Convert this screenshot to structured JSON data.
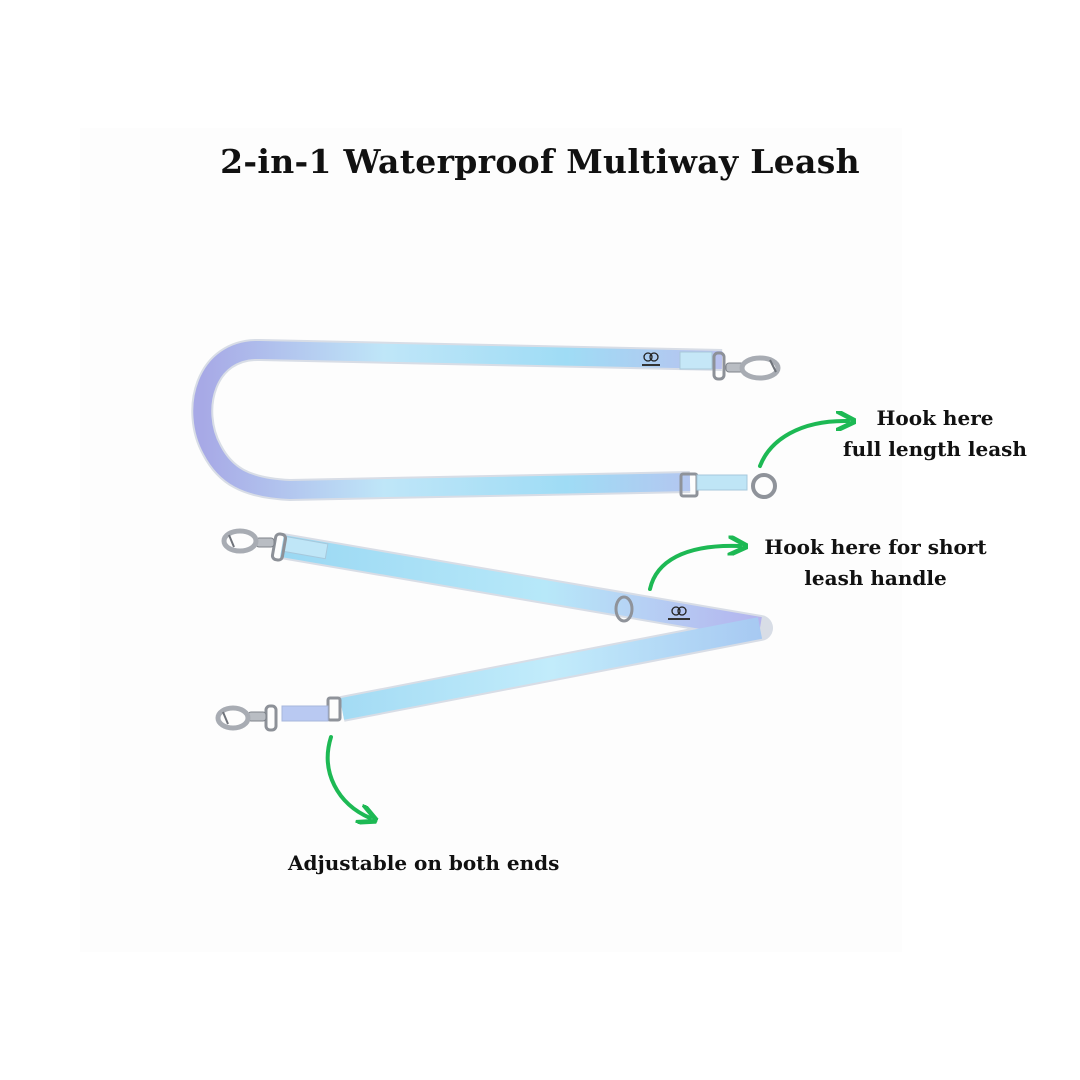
{
  "title": "2-in-1 Waterproof Multiway Leash",
  "annotations": {
    "full_length": {
      "line1": "Hook here",
      "line2": "full length leash"
    },
    "short_handle": {
      "line1": "Hook here for  short",
      "line2": "leash handle"
    },
    "adjustable": {
      "text": "Adjustable on both ends"
    }
  },
  "colors": {
    "arrow": "#1db954",
    "leash_light": "#aee3f7",
    "leash_lavender": "#b4b6ee",
    "hardware": "#b9bdc3"
  }
}
